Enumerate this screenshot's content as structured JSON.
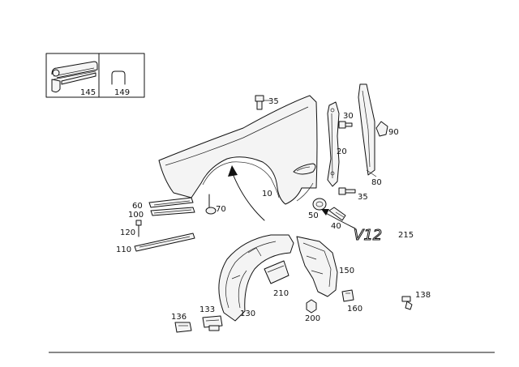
{
  "callouts": [
    {
      "id": "c145",
      "text": "145"
    },
    {
      "id": "c149",
      "text": "149"
    },
    {
      "id": "c35a",
      "text": "35"
    },
    {
      "id": "c30",
      "text": "30"
    },
    {
      "id": "c90",
      "text": "90"
    },
    {
      "id": "c20",
      "text": "20"
    },
    {
      "id": "c80",
      "text": "80"
    },
    {
      "id": "c10",
      "text": "10"
    },
    {
      "id": "c35b",
      "text": "35"
    },
    {
      "id": "c60",
      "text": "60"
    },
    {
      "id": "c100",
      "text": "100"
    },
    {
      "id": "c70",
      "text": "70"
    },
    {
      "id": "c50",
      "text": "50"
    },
    {
      "id": "c40",
      "text": "40"
    },
    {
      "id": "c120",
      "text": "120"
    },
    {
      "id": "c215",
      "text": "215"
    },
    {
      "id": "c110",
      "text": "110"
    },
    {
      "id": "c150",
      "text": "150"
    },
    {
      "id": "c210",
      "text": "210"
    },
    {
      "id": "c138",
      "text": "138"
    },
    {
      "id": "c160",
      "text": "160"
    },
    {
      "id": "c200",
      "text": "200"
    },
    {
      "id": "c136",
      "text": "136"
    },
    {
      "id": "c133",
      "text": "133"
    },
    {
      "id": "c130",
      "text": "130"
    }
  ],
  "badge": {
    "text": "V12"
  }
}
